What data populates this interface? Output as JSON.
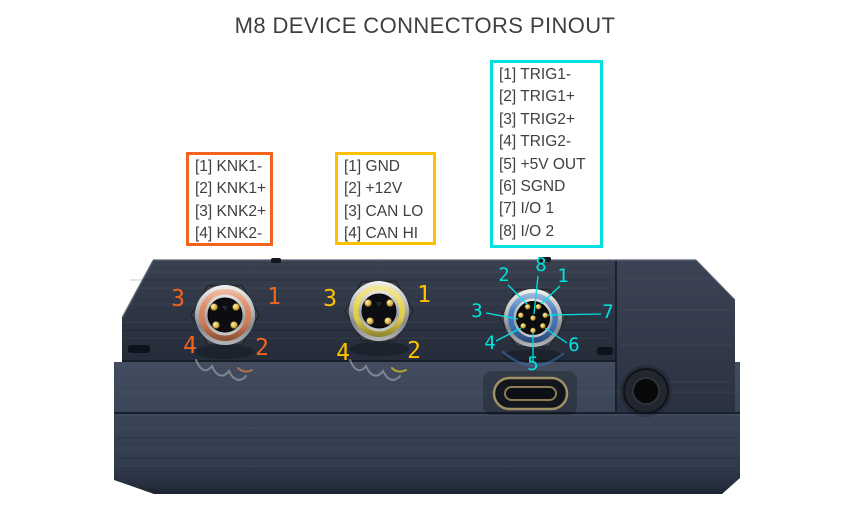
{
  "title": "M8 DEVICE CONNECTORS PINOUT",
  "text_color": "#404040",
  "connectors": [
    {
      "id": "knk",
      "accent": "#F2641E",
      "ring_color": "#DE8158",
      "pins": [
        "[1] KNK1-",
        "[2] KNK1+",
        "[3] KNK2+",
        "[4] KNK2-"
      ],
      "pin_numbers": [
        "1",
        "2",
        "3",
        "4"
      ]
    },
    {
      "id": "power-can",
      "accent": "#FFC000",
      "ring_color": "#E8D54C",
      "pins": [
        "[1] GND",
        "[2] +12V",
        "[3] CAN LO",
        "[4] CAN HI"
      ],
      "pin_numbers": [
        "1",
        "2",
        "3",
        "4"
      ]
    },
    {
      "id": "trigger-io",
      "accent": "#00E1E1",
      "ring_color": "#4278BE",
      "pins": [
        "[1] TRIG1-",
        "[2] TRIG1+",
        "[3] TRIG2+",
        "[4] TRIG2-",
        "[5] +5V OUT",
        "[6] SGND",
        "[7] I/O 1",
        "[8] I/O 2"
      ],
      "pin_numbers": [
        "1",
        "2",
        "3",
        "4",
        "5",
        "6",
        "7",
        "8"
      ]
    }
  ]
}
